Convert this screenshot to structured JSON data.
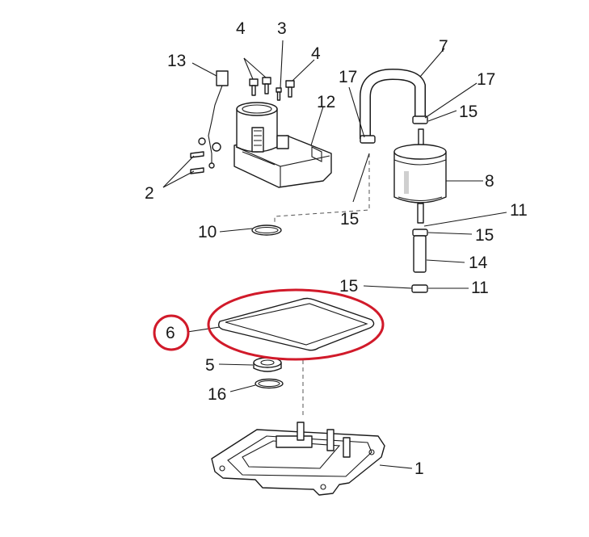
{
  "callouts": {
    "c1": "1",
    "c2": "2",
    "c3": "3",
    "c4a": "4",
    "c4b": "4",
    "c5": "5",
    "c6": "6",
    "c7": "7",
    "c8": "8",
    "c10": "10",
    "c11a": "11",
    "c11b": "11",
    "c12": "12",
    "c13": "13",
    "c14": "14",
    "c15a": "15",
    "c15b": "15",
    "c15c": "15",
    "c15d": "15",
    "c16": "16",
    "c17a": "17",
    "c17b": "17"
  },
  "highlight": {
    "part": "6",
    "color": "#d11a2a"
  }
}
